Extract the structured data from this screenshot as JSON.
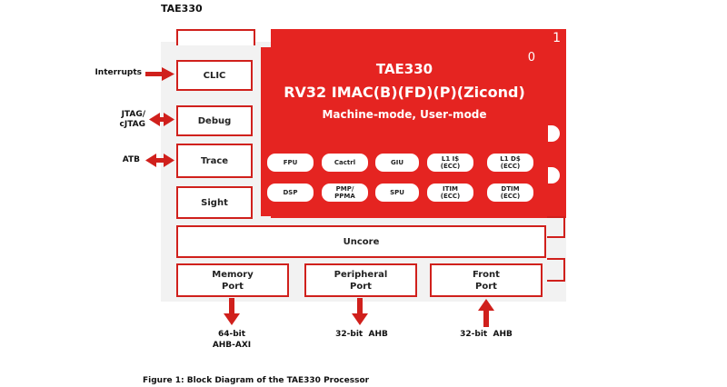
{
  "header": {
    "title": "TAE330"
  },
  "core_back": {
    "index": "1"
  },
  "core_front": {
    "index": "0",
    "title": "TAE330",
    "isa": "RV32 IMAC(B)(FD)(P)(Zicond)",
    "modes": "Machine-mode, User-mode"
  },
  "units_row1": [
    "FPU",
    "Cactrl",
    "GIU",
    "L1 I$\n(ECC)",
    "L1 D$\n(ECC)"
  ],
  "units_row2": [
    "DSP",
    "PMP/\nPPMA",
    "SPU",
    "ITIM\n(ECC)",
    "DTIM\n(ECC)"
  ],
  "left_blocks": {
    "clic": "CLIC",
    "debug": "Debug",
    "trace": "Trace",
    "sight": "Sight"
  },
  "left_labels": {
    "interrupts": "Interrupts",
    "jtag": "JTAG/\ncJTAG",
    "atb": "ATB"
  },
  "uncore": "Uncore",
  "ports": {
    "memory": "Memory\nPort",
    "peripheral": "Peripheral\nPort",
    "front": "Front\nPort"
  },
  "bus_labels": {
    "memory": "64-bit\nAHB-AXI",
    "peripheral": "32-bit  AHB",
    "front": "32-bit  AHB"
  },
  "caption": "Figure 1: Block Diagram of the TAE330 Processor",
  "colors": {
    "accent": "#e52421",
    "border": "#d0201c"
  }
}
